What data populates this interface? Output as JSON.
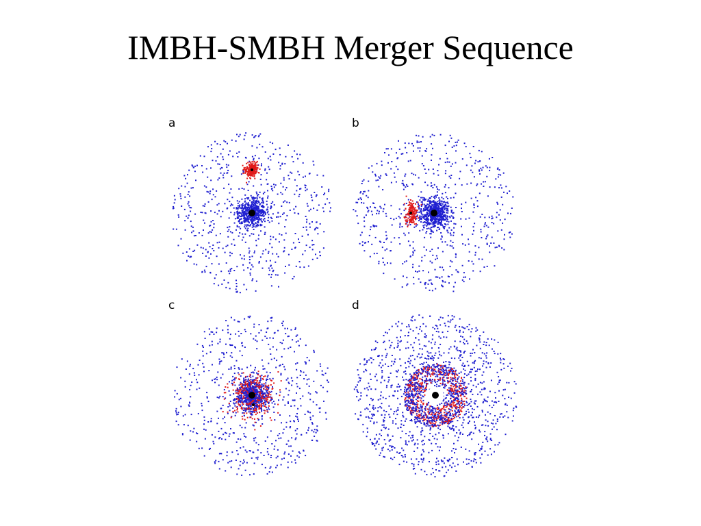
{
  "slide": {
    "title": "IMBH-SMBH Merger Sequence"
  },
  "panels": [
    {
      "label": "a",
      "stage": "initial: IMBH cluster separate, above SMBH"
    },
    {
      "label": "b",
      "stage": "IMBH cluster adjacent to SMBH (left)"
    },
    {
      "label": "c",
      "stage": "IMBH cluster merging into SMBH core"
    },
    {
      "label": "d",
      "stage": "merged: depleted core around black hole"
    }
  ],
  "colors": {
    "host_stars": "#1f1fd0",
    "imbh_stars": "#e01a1a",
    "black_hole": "#000000",
    "core_hole": "#ffffff"
  }
}
